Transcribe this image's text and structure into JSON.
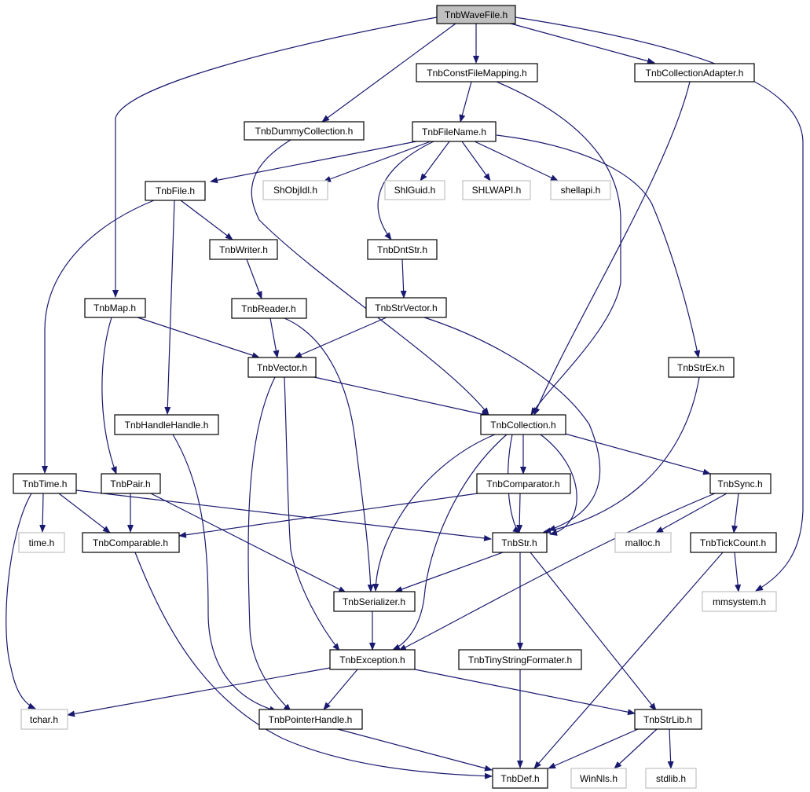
{
  "colors": {
    "edge": "#191970",
    "node_border": "#000000",
    "external_border": "#c0c0c0",
    "root_fill": "#bfbfbf",
    "node_fill": "#ffffff",
    "text": "#000000"
  },
  "nodes": [
    {
      "id": "n_wavefile",
      "label": "TnbWaveFile.h",
      "kind": "root"
    },
    {
      "id": "n_constfilemapping",
      "label": "TnbConstFileMapping.h",
      "kind": "file"
    },
    {
      "id": "n_collectionadapter",
      "label": "TnbCollectionAdapter.h",
      "kind": "file"
    },
    {
      "id": "n_dummycollection",
      "label": "TnbDummyCollection.h",
      "kind": "file"
    },
    {
      "id": "n_filename",
      "label": "TnbFileName.h",
      "kind": "file"
    },
    {
      "id": "n_file",
      "label": "TnbFile.h",
      "kind": "file"
    },
    {
      "id": "n_shobjidl",
      "label": "ShObjIdl.h",
      "kind": "external"
    },
    {
      "id": "n_shlguid",
      "label": "ShlGuid.h",
      "kind": "external"
    },
    {
      "id": "n_shlwapi",
      "label": "SHLWAPI.h",
      "kind": "external"
    },
    {
      "id": "n_shellapi",
      "label": "shellapi.h",
      "kind": "external"
    },
    {
      "id": "n_writer",
      "label": "TnbWriter.h",
      "kind": "file"
    },
    {
      "id": "n_dntstr",
      "label": "TnbDntStr.h",
      "kind": "file"
    },
    {
      "id": "n_map",
      "label": "TnbMap.h",
      "kind": "file"
    },
    {
      "id": "n_reader",
      "label": "TnbReader.h",
      "kind": "file"
    },
    {
      "id": "n_strvector",
      "label": "TnbStrVector.h",
      "kind": "file"
    },
    {
      "id": "n_vector",
      "label": "TnbVector.h",
      "kind": "file"
    },
    {
      "id": "n_strex",
      "label": "TnbStrEx.h",
      "kind": "file"
    },
    {
      "id": "n_handlehandle",
      "label": "TnbHandleHandle.h",
      "kind": "file"
    },
    {
      "id": "n_collection",
      "label": "TnbCollection.h",
      "kind": "file"
    },
    {
      "id": "n_time",
      "label": "TnbTime.h",
      "kind": "file"
    },
    {
      "id": "n_pair",
      "label": "TnbPair.h",
      "kind": "file"
    },
    {
      "id": "n_comparator",
      "label": "TnbComparator.h",
      "kind": "file"
    },
    {
      "id": "n_sync",
      "label": "TnbSync.h",
      "kind": "file"
    },
    {
      "id": "n_time_h",
      "label": "time.h",
      "kind": "external"
    },
    {
      "id": "n_comparable",
      "label": "TnbComparable.h",
      "kind": "file"
    },
    {
      "id": "n_str",
      "label": "TnbStr.h",
      "kind": "file"
    },
    {
      "id": "n_malloc",
      "label": "malloc.h",
      "kind": "external"
    },
    {
      "id": "n_tickcount",
      "label": "TnbTickCount.h",
      "kind": "file"
    },
    {
      "id": "n_serializer",
      "label": "TnbSerializer.h",
      "kind": "file"
    },
    {
      "id": "n_mmsystem",
      "label": "mmsystem.h",
      "kind": "external"
    },
    {
      "id": "n_exception",
      "label": "TnbException.h",
      "kind": "file"
    },
    {
      "id": "n_tinystringformater",
      "label": "TnbTinyStringFormater.h",
      "kind": "file"
    },
    {
      "id": "n_tchar",
      "label": "tchar.h",
      "kind": "external"
    },
    {
      "id": "n_pointerhandle",
      "label": "TnbPointerHandle.h",
      "kind": "file"
    },
    {
      "id": "n_strlib",
      "label": "TnbStrLib.h",
      "kind": "file"
    },
    {
      "id": "n_def",
      "label": "TnbDef.h",
      "kind": "file"
    },
    {
      "id": "n_winnls",
      "label": "WinNls.h",
      "kind": "external"
    },
    {
      "id": "n_stdlib",
      "label": "stdlib.h",
      "kind": "external"
    }
  ],
  "edges": [
    [
      "n_wavefile",
      "n_constfilemapping"
    ],
    [
      "n_wavefile",
      "n_collectionadapter"
    ],
    [
      "n_wavefile",
      "n_dummycollection"
    ],
    [
      "n_wavefile",
      "n_map"
    ],
    [
      "n_wavefile",
      "n_mmsystem"
    ],
    [
      "n_constfilemapping",
      "n_filename"
    ],
    [
      "n_constfilemapping",
      "n_collection"
    ],
    [
      "n_collectionadapter",
      "n_collection"
    ],
    [
      "n_dummycollection",
      "n_collection"
    ],
    [
      "n_filename",
      "n_file"
    ],
    [
      "n_filename",
      "n_shobjidl"
    ],
    [
      "n_filename",
      "n_shlguid"
    ],
    [
      "n_filename",
      "n_shlwapi"
    ],
    [
      "n_filename",
      "n_shellapi"
    ],
    [
      "n_filename",
      "n_dntstr"
    ],
    [
      "n_filename",
      "n_strex"
    ],
    [
      "n_file",
      "n_writer"
    ],
    [
      "n_file",
      "n_handlehandle"
    ],
    [
      "n_file",
      "n_time"
    ],
    [
      "n_writer",
      "n_reader"
    ],
    [
      "n_dntstr",
      "n_strvector"
    ],
    [
      "n_map",
      "n_vector"
    ],
    [
      "n_map",
      "n_pair"
    ],
    [
      "n_reader",
      "n_vector"
    ],
    [
      "n_reader",
      "n_serializer"
    ],
    [
      "n_strvector",
      "n_vector"
    ],
    [
      "n_strvector",
      "n_str"
    ],
    [
      "n_vector",
      "n_collection"
    ],
    [
      "n_vector",
      "n_exception"
    ],
    [
      "n_vector",
      "n_pointerhandle"
    ],
    [
      "n_strex",
      "n_str"
    ],
    [
      "n_handlehandle",
      "n_pointerhandle"
    ],
    [
      "n_collection",
      "n_comparator"
    ],
    [
      "n_collection",
      "n_str"
    ],
    [
      "n_collection",
      "n_sync"
    ],
    [
      "n_collection",
      "n_serializer"
    ],
    [
      "n_collection",
      "n_exception"
    ],
    [
      "n_time",
      "n_time_h"
    ],
    [
      "n_time",
      "n_comparable"
    ],
    [
      "n_time",
      "n_str"
    ],
    [
      "n_time",
      "n_tchar"
    ],
    [
      "n_pair",
      "n_comparable"
    ],
    [
      "n_pair",
      "n_serializer"
    ],
    [
      "n_comparator",
      "n_comparable"
    ],
    [
      "n_comparator",
      "n_str"
    ],
    [
      "n_sync",
      "n_malloc"
    ],
    [
      "n_sync",
      "n_tickcount"
    ],
    [
      "n_sync",
      "n_exception"
    ],
    [
      "n_comparable",
      "n_def"
    ],
    [
      "n_str",
      "n_serializer"
    ],
    [
      "n_str",
      "n_tinystringformater"
    ],
    [
      "n_str",
      "n_strlib"
    ],
    [
      "n_tickcount",
      "n_mmsystem"
    ],
    [
      "n_tickcount",
      "n_def"
    ],
    [
      "n_serializer",
      "n_exception"
    ],
    [
      "n_exception",
      "n_tchar"
    ],
    [
      "n_exception",
      "n_pointerhandle"
    ],
    [
      "n_exception",
      "n_strlib"
    ],
    [
      "n_tinystringformater",
      "n_def"
    ],
    [
      "n_pointerhandle",
      "n_def"
    ],
    [
      "n_strlib",
      "n_def"
    ],
    [
      "n_strlib",
      "n_winnls"
    ],
    [
      "n_strlib",
      "n_stdlib"
    ]
  ]
}
